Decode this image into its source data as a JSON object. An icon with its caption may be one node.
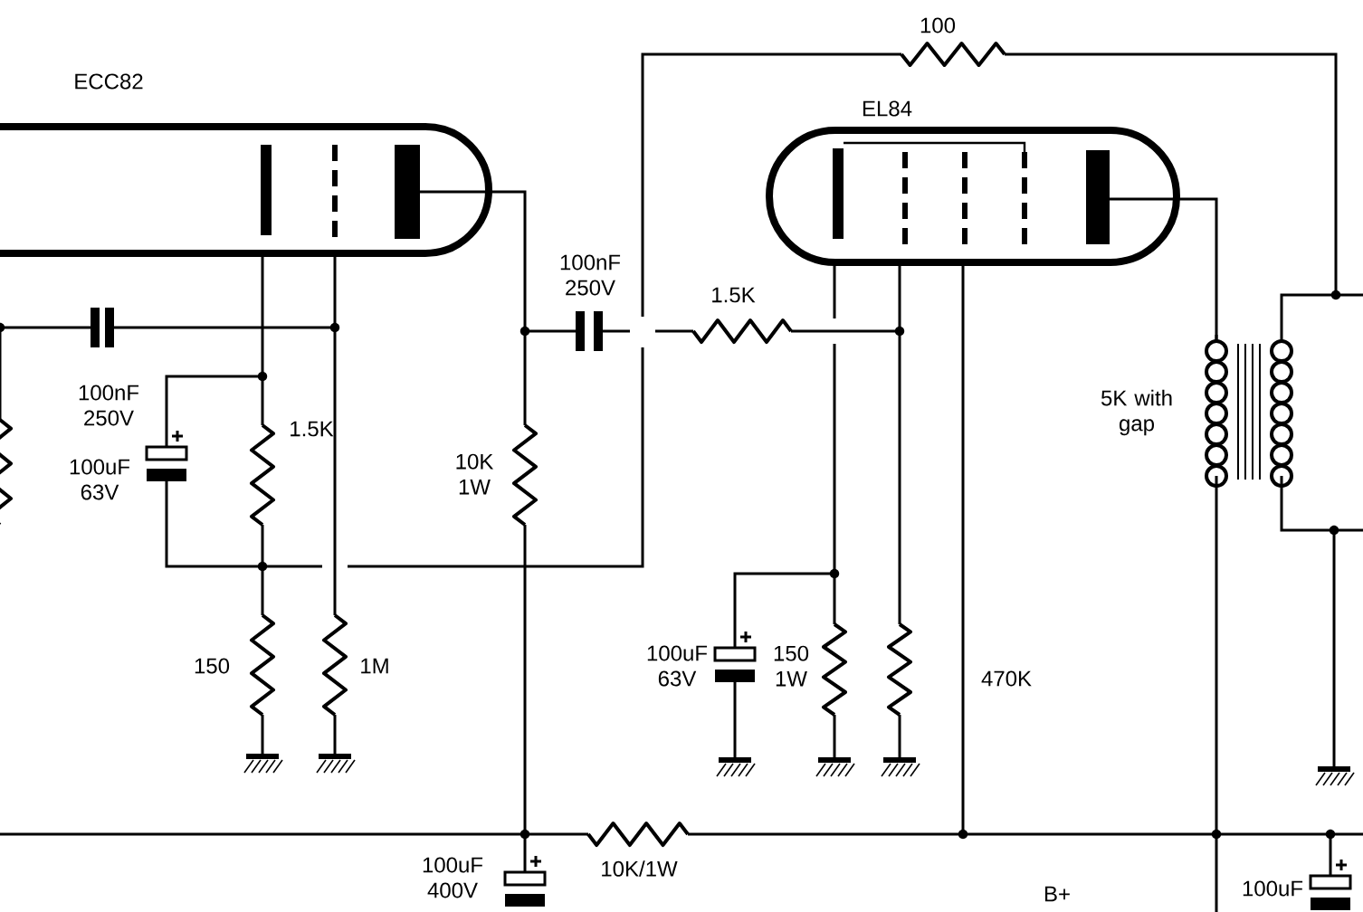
{
  "diagram": {
    "labels": [
      "ECC82",
      "100",
      "EL84",
      "100nF 250V",
      "1.5K",
      "100nF 250V",
      "1.5K",
      "5K with gap",
      "100uF 63V",
      "10K 1W",
      "150",
      "1M",
      "100uF 63V",
      "150 1W",
      "470K",
      "10K/1W",
      "100uF 400V",
      "B+",
      "100uF"
    ]
  }
}
